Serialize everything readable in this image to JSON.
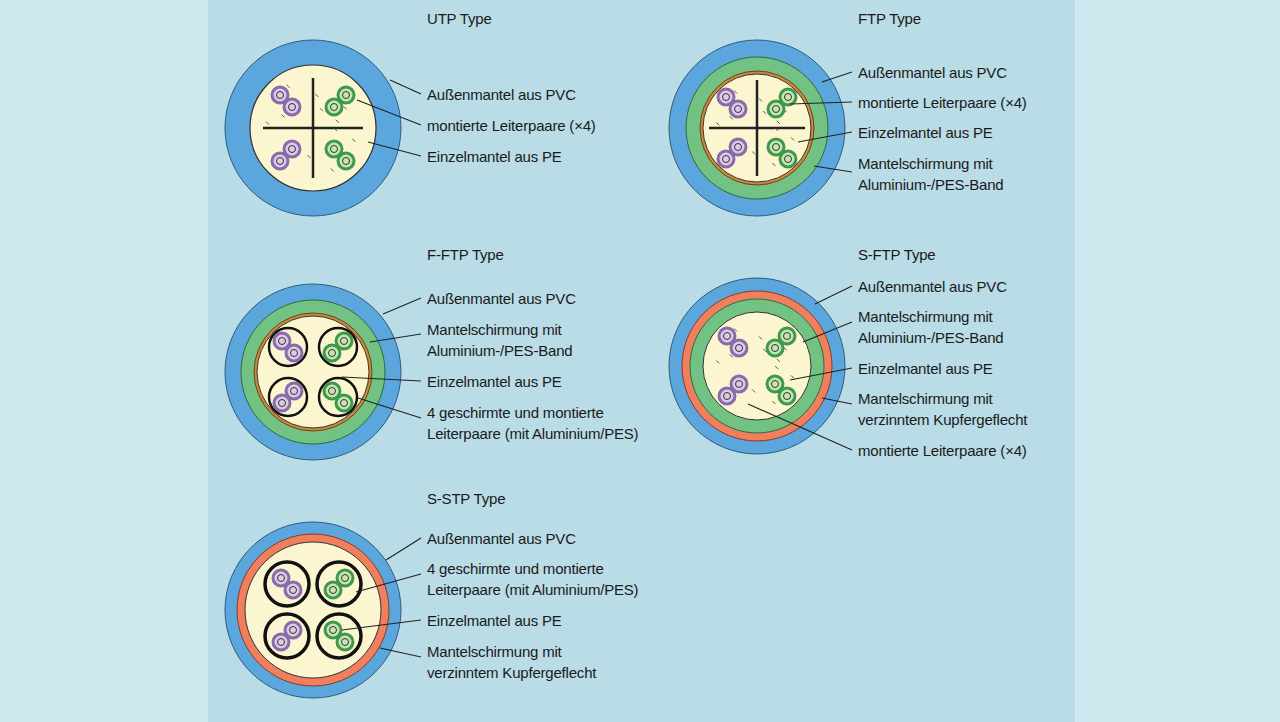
{
  "diagram": {
    "labels": [
      "UTP Type",
      "Außenmantel aus PVC",
      "montierte Leiterpaare (×4)",
      "Einzelmantel aus PE",
      "FTP Type",
      "Außenmantel aus PVC",
      "montierte Leiterpaare (×4)",
      "Einzelmantel aus PE",
      "Mantelschirmung mit Aluminium-/PES-Band",
      "F-FTP Type",
      "Außenmantel aus PVC",
      "Mantelschirmung mit Aluminium-/PES-Band",
      "Einzelmantel aus PE",
      "4 geschirmte und montierte Leiterpaare (mit Aluminium/PES)",
      "S-FTP Type",
      "Außenmantel aus PVC",
      "Mantelschirmung mit Aluminium-/PES-Band",
      "Einzelmantel aus PE",
      "Mantelschirmung mit verzinntem Kupfergeflecht",
      "montierte Leiterpaare (×4)",
      "S-STP Type",
      "Außenmantel aus PVC",
      "4 geschirmte und montierte Leiterpaare (mit Aluminium/PES)",
      "Einzelmantel aus PE",
      "Mantelschirmung mit verzinntem Kupfergeflecht"
    ]
  }
}
